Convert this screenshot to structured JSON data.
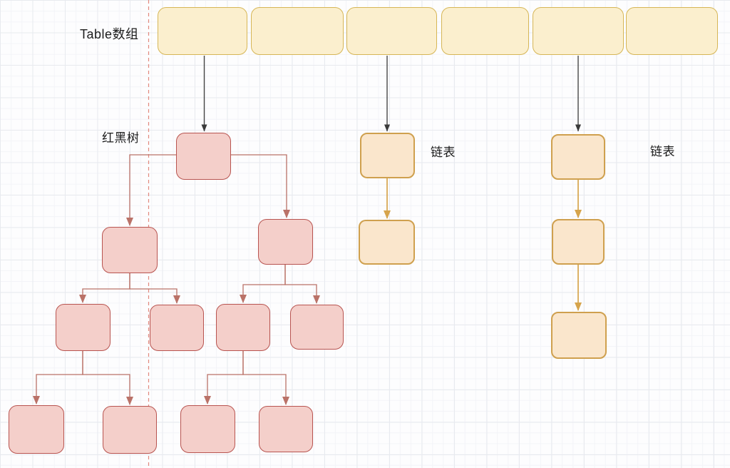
{
  "labels": {
    "array": "Table数组",
    "tree": "红黑树",
    "list_a": "链表",
    "list_b": "链表"
  },
  "colors": {
    "array_fill": "#FBEFCE",
    "array_border": "#D6B656",
    "tree_fill": "#F4CFCA",
    "tree_border": "#B85450",
    "list_fill": "#FAE6CC",
    "list_border": "#CFA04E",
    "arrow_black": "#3A3A3A",
    "arrow_tree": "#BA7268",
    "arrow_list": "#D6A44C",
    "divider": "#E2897E",
    "label_color": "#1C1C1C"
  },
  "structure": {
    "array_cell_count": 6,
    "edges_from_array": [
      {
        "from": "array-cell-1",
        "to": "tree-root"
      },
      {
        "from": "array-cell-3",
        "to": "list-a-node-1"
      },
      {
        "from": "array-cell-5",
        "to": "list-b-node-1"
      }
    ],
    "tree_node_count": 11,
    "tree_edges": [
      {
        "from": "tree-root",
        "to": "tree-l"
      },
      {
        "from": "tree-root",
        "to": "tree-r"
      },
      {
        "from": "tree-l",
        "to": "tree-ll"
      },
      {
        "from": "tree-l",
        "to": "tree-lr"
      },
      {
        "from": "tree-r",
        "to": "tree-rl"
      },
      {
        "from": "tree-r",
        "to": "tree-rr"
      },
      {
        "from": "tree-ll",
        "to": "tree-lll"
      },
      {
        "from": "tree-ll",
        "to": "tree-llr"
      },
      {
        "from": "tree-rl",
        "to": "tree-rll"
      },
      {
        "from": "tree-rl",
        "to": "tree-rlr"
      }
    ],
    "list_a_node_count": 2,
    "list_b_node_count": 3
  }
}
